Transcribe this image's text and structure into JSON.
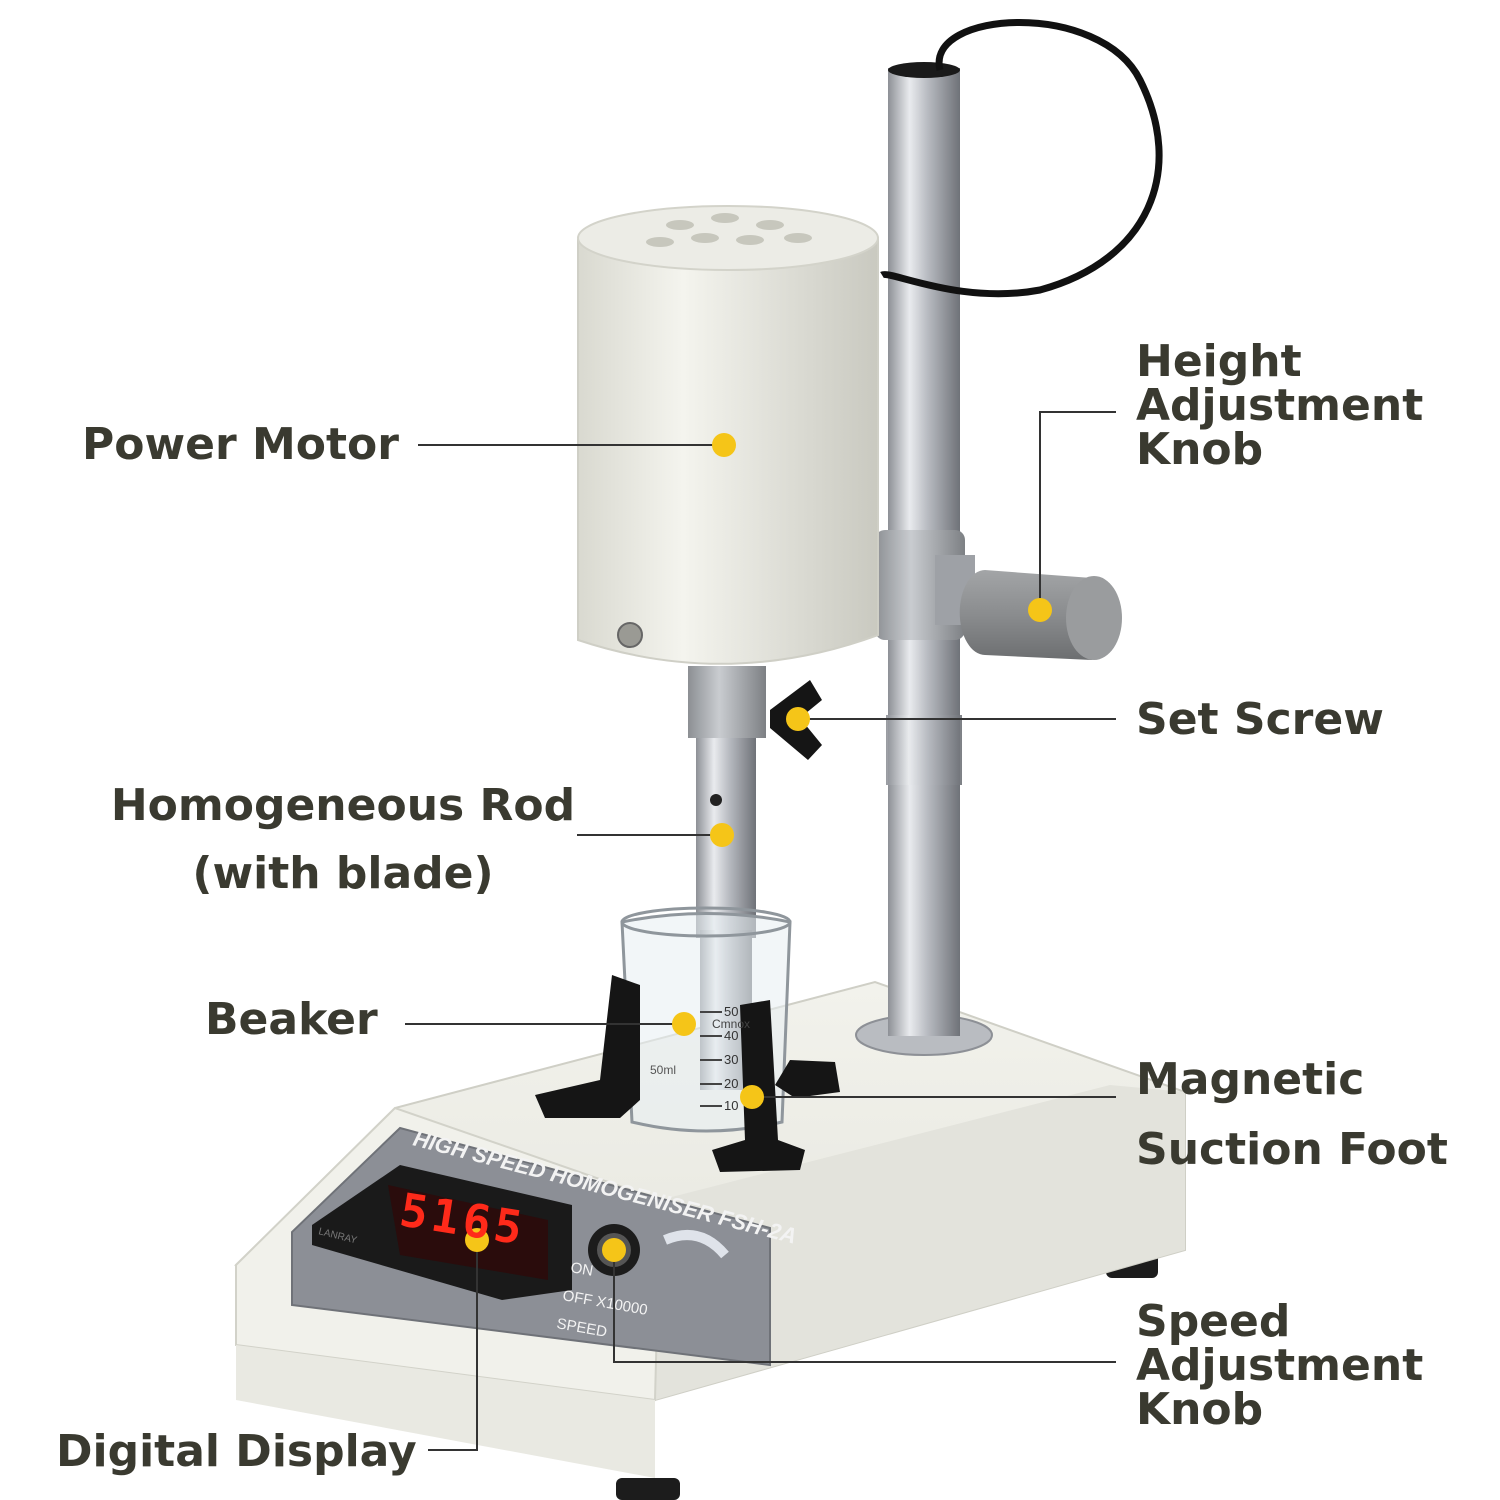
{
  "labels": {
    "power_motor": "Power Motor",
    "height_knob": [
      "Height",
      "Adjustment",
      "Knob"
    ],
    "set_screw": "Set Screw",
    "rod": [
      "Homogeneous Rod",
      "(with blade)"
    ],
    "beaker": "Beaker",
    "magnetic_foot": [
      "Magnetic",
      "Suction Foot"
    ],
    "speed_knob": [
      "Speed",
      "Adjustment",
      "Knob"
    ],
    "digital_display": "Digital Display"
  },
  "device": {
    "panel_title": "HIGH SPEED HOMOGENISER FSH-2A",
    "display_reading": "5165",
    "display_tag": "LANRAY",
    "switch_on": "ON",
    "switch_off": "OFF X10000",
    "speed_label": "SPEED",
    "beaker_marks": [
      "50",
      "40",
      "30",
      "20",
      "10"
    ],
    "beaker_brand": "Cmnox",
    "beaker_volume": "50ml"
  },
  "colors": {
    "label_text": "#3a3a30",
    "marker": "#f5c518",
    "leader_line": "#333333",
    "display_digits": "#ff2a1a"
  }
}
